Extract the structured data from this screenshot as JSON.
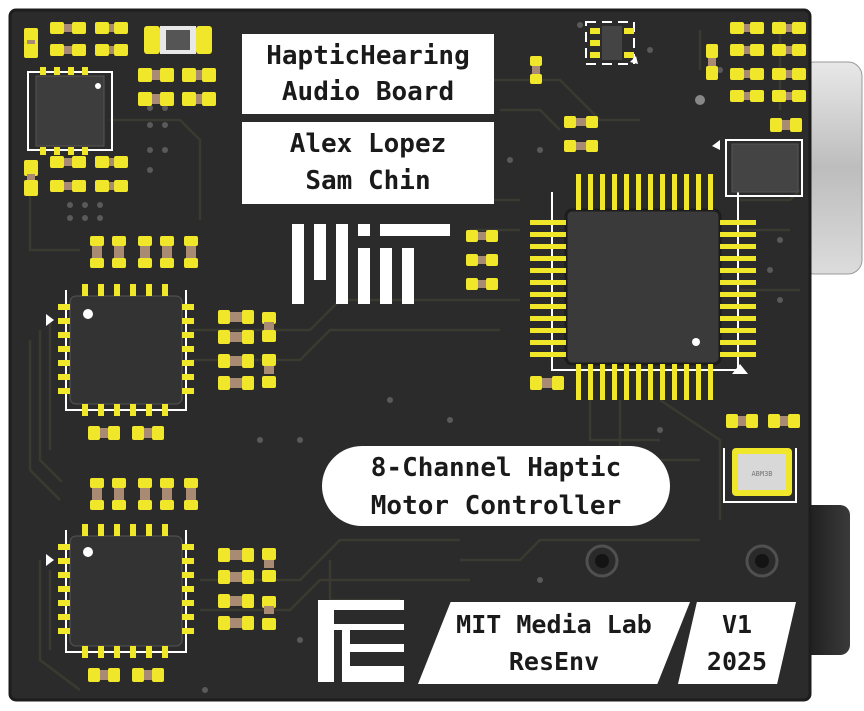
{
  "board": {
    "title_line1": "HapticHearing",
    "title_line2": "Audio Board",
    "author1": "Alex Lopez",
    "author2": "Sam Chin",
    "subtitle_line1": "8-Channel Haptic",
    "subtitle_line2": "Motor Controller",
    "lab": "MIT Media Lab",
    "group": "ResEnv",
    "version": "V1",
    "year": "2025",
    "crystal_marking": "ABM3B"
  },
  "colors": {
    "solder_mask": "#2b2b2b",
    "silkscreen": "#ffffff",
    "pad_gold": "#f0e62a",
    "copper_trace": "#3a3a30"
  },
  "logos": [
    "mit-logo",
    "media-lab-logo"
  ]
}
